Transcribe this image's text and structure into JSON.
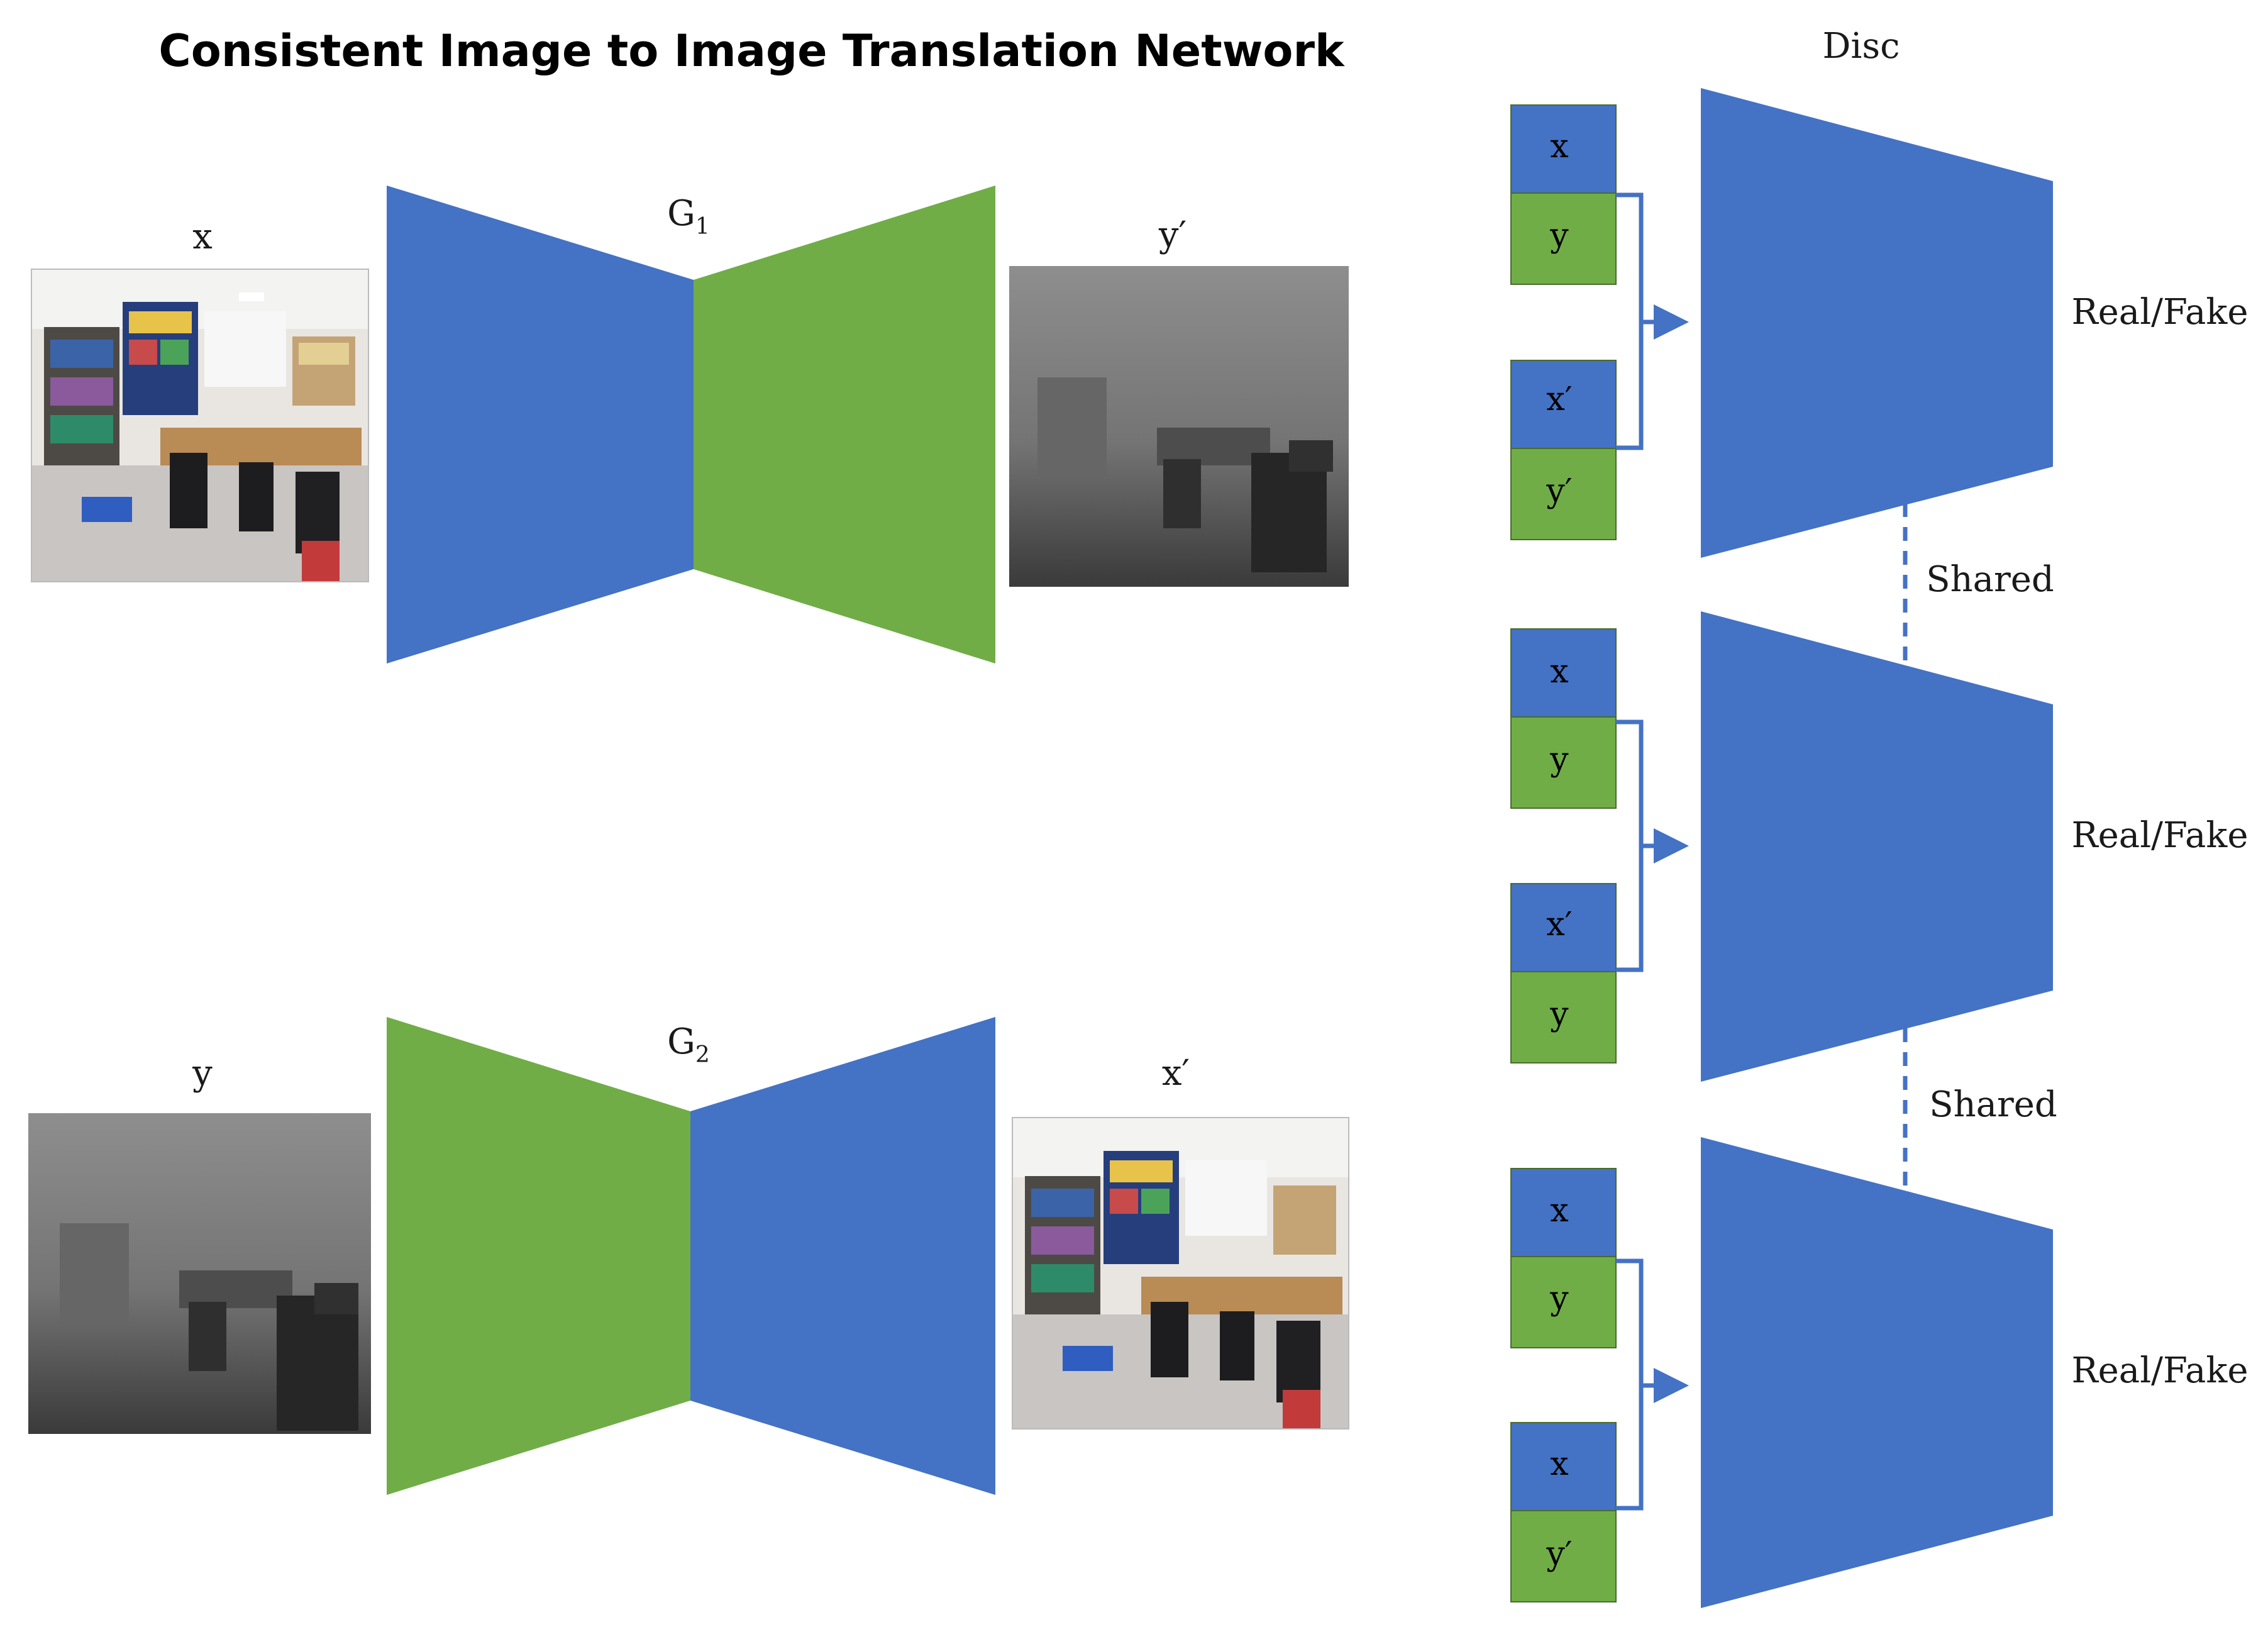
{
  "title": "Consistent Image to Image Translation Network",
  "colors": {
    "blue": "#4472C4",
    "green": "#70AD47",
    "connector": "#4472C4"
  },
  "generators": [
    {
      "name": "G",
      "subscript": "1",
      "input_label": "x",
      "output_label": "y′",
      "input_image": "rgb-classroom-photo",
      "output_image": "depth-map"
    },
    {
      "name": "G",
      "subscript": "2",
      "input_label": "y",
      "output_label": "x′",
      "input_image": "depth-map",
      "output_image": "rgb-classroom-photo"
    }
  ],
  "discriminator": {
    "title": "Disc",
    "shared_label": "Shared",
    "output_label": "Real/Fake",
    "rows": [
      {
        "pairs": [
          [
            "x",
            "y"
          ],
          [
            "x′",
            "y′"
          ]
        ]
      },
      {
        "pairs": [
          [
            "x",
            "y"
          ],
          [
            "x′",
            "y"
          ]
        ]
      },
      {
        "pairs": [
          [
            "x",
            "y"
          ],
          [
            "x",
            "y′"
          ]
        ]
      }
    ]
  }
}
